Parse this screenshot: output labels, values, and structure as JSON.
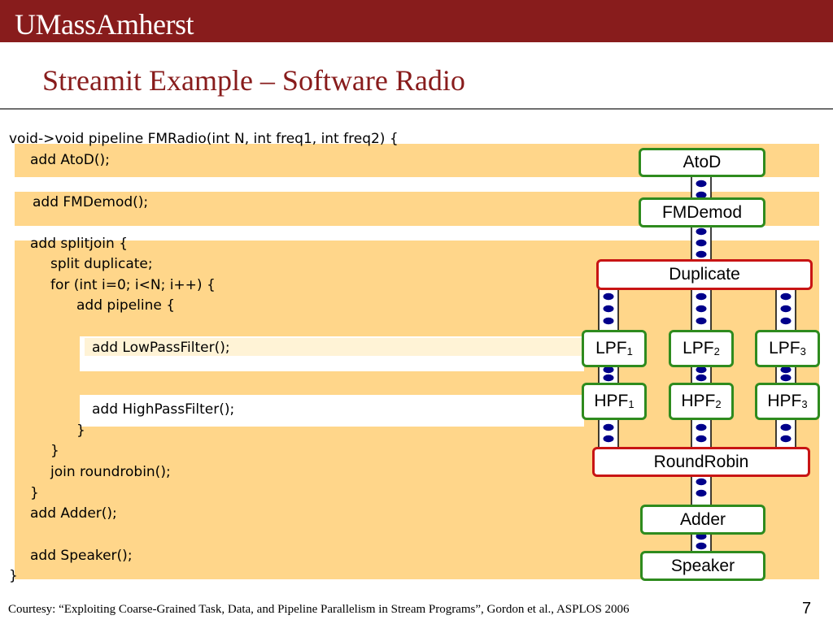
{
  "header": {
    "logo": "UMassAmherst"
  },
  "slide": {
    "title": "Streamit Example – Software Radio",
    "code_lines": [
      "void->void pipeline FMRadio(int N, int freq1, int freq2) {",
      "add AtoD();",
      "add FMDemod();",
      "add splitjoin {",
      "split duplicate;",
      "for (int i=0; i<N; i++) {",
      "add pipeline {",
      "add LowPassFilter();",
      "add HighPassFilter();",
      "}",
      "}",
      "join roundrobin();",
      "}",
      "add Adder();",
      "add Speaker();",
      "}"
    ],
    "diagram": {
      "atod": "AtoD",
      "fmdemod": "FMDemod",
      "duplicate": "Duplicate",
      "lpf": "LPF",
      "hpf": "HPF",
      "sub1": "1",
      "sub2": "2",
      "sub3": "3",
      "roundrobin": "RoundRobin",
      "adder": "Adder",
      "speaker": "Speaker"
    },
    "footer": "Courtesy: “Exploiting Coarse-Grained Task, Data, and Pipeline Parallelism in Stream Programs”, Gordon et al.,  ASPLOS  2006",
    "page_number": "7"
  },
  "colors": {
    "brand": "#881c1c",
    "highlight": "#ffd68a",
    "green_border": "#2e8b1e",
    "red_border": "#c81414",
    "oval": "#00008b"
  }
}
